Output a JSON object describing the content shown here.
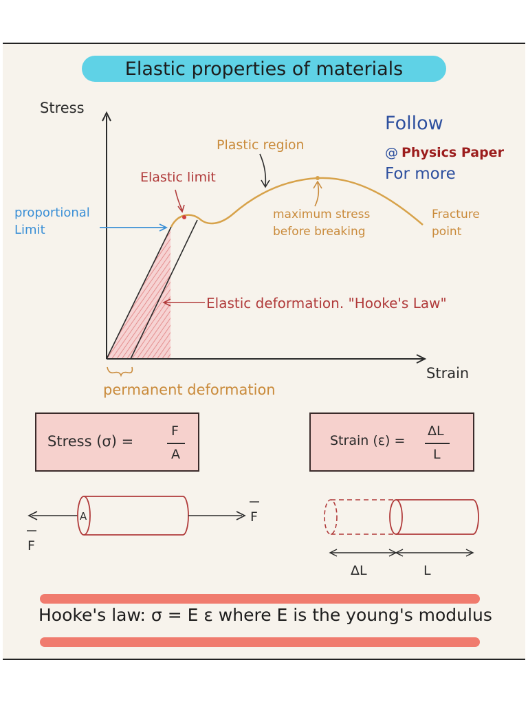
{
  "title": "Elastic properties of materials",
  "axes": {
    "y_label": "Stress",
    "x_label": "Strain"
  },
  "follow": {
    "line1": "Follow",
    "handle_prefix": "@",
    "handle": "Physics Paper",
    "line3": "For more"
  },
  "labels": {
    "plastic_region": "Plastic region",
    "elastic_limit": "Elastic limit",
    "proportional_limit_1": "proportional",
    "proportional_limit_2": "Limit",
    "maximum_stress_1": "maximum stress",
    "maximum_stress_2": "before breaking",
    "fracture_1": "Fracture",
    "fracture_2": "point",
    "elastic_deformation": "Elastic deformation. \"Hooke's Law\"",
    "permanent_deformation": "permanent deformation"
  },
  "formulas": {
    "stress_left": "Stress (σ) =",
    "stress_num": "F",
    "stress_den": "A",
    "strain_left": "Strain (ε) =",
    "strain_num": "ΔL",
    "strain_den": "L"
  },
  "cylinders": {
    "area_label": "A",
    "force_label": "F",
    "delta_l_label": "ΔL",
    "length_label": "L"
  },
  "hookes_law": "Hooke's law: σ = E ε  where E is the young's modulus",
  "colors": {
    "title_pill": "#5fd2e6",
    "curve": "#d7a24a",
    "axis": "#2a2a2a",
    "pink_fill": "#f2b8b8",
    "arrow_blue": "#3a8fd6",
    "follow_blue": "#2d4f9e",
    "handle_red": "#9b1c1c",
    "label_red": "#b03a3a",
    "label_brown": "#8a5a1a",
    "orange": "#c98a3a",
    "formula_box": "#f6d1cd",
    "stripe": "#f07b6e"
  }
}
